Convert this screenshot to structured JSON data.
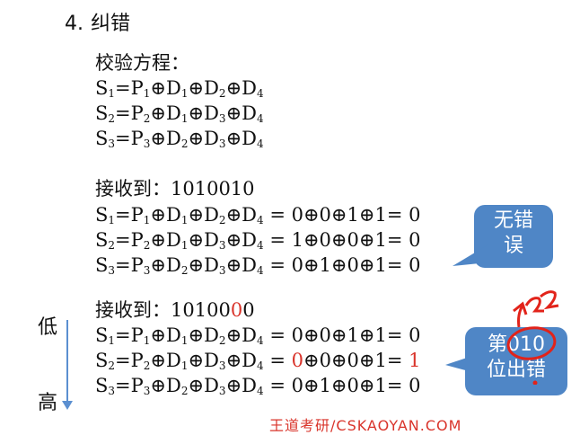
{
  "heading": {
    "number": "4.",
    "title": "纠错"
  },
  "check_title": "校验方程：",
  "received1_label": "接收到：",
  "received1_value": "1010010",
  "received2_label": "接收到：",
  "received2_prefix": "10100",
  "received2_error": "0",
  "received2_suffix": "0",
  "bubble1": {
    "line1": "无错",
    "line2": "误"
  },
  "bubble2": {
    "prefix": "第",
    "code": "010",
    "line2": "位出错"
  },
  "annotation_text": "2",
  "low_label": "低",
  "high_label": "高",
  "footer": "王道考研/CSKAOYAN.COM",
  "colors": {
    "accent": "#4f86c6",
    "error": "#d9342b",
    "annotation": "#e2231a"
  }
}
